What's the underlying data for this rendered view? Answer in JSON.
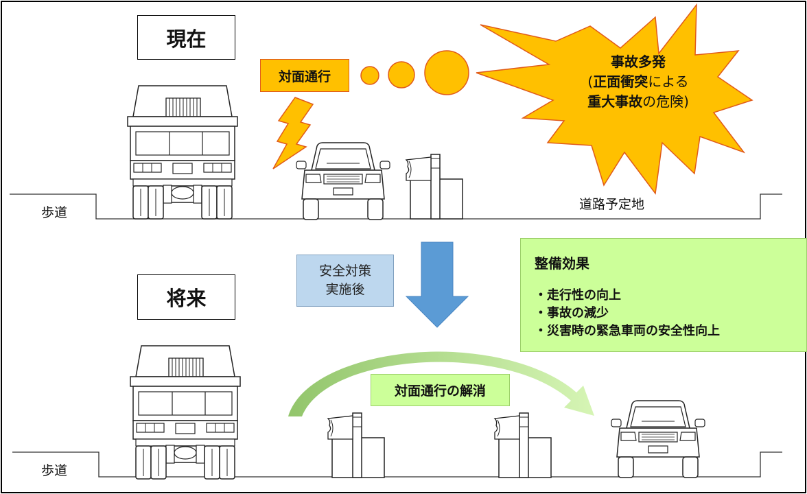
{
  "top": {
    "title": "現在",
    "sidewalk": "歩道",
    "planned_road": "道路予定地",
    "oncoming_label": "対面通行",
    "burst": {
      "line1": "事故多発",
      "line2_paren_open": "(",
      "line2_bold": "正面衝突",
      "line2_normal": "による",
      "line3_bold": "重大事故",
      "line3_normal": "の危険)"
    }
  },
  "middle": {
    "measure_line1": "安全対策",
    "measure_line2": "実施後"
  },
  "bottom": {
    "title": "将来",
    "sidewalk": "歩道",
    "resolution_label": "対面通行の解消"
  },
  "effects": {
    "heading": "整備効果",
    "items": [
      "・走行性の向上",
      "・事故の減少",
      "・災害時の緊急車両の安全性向上"
    ]
  },
  "colors": {
    "orange": "#ffc000",
    "blue_arrow": "#5b9bd5",
    "light_blue": "#bdd7ee",
    "light_green": "#ccff99",
    "green_arrow": "#92c56b"
  }
}
